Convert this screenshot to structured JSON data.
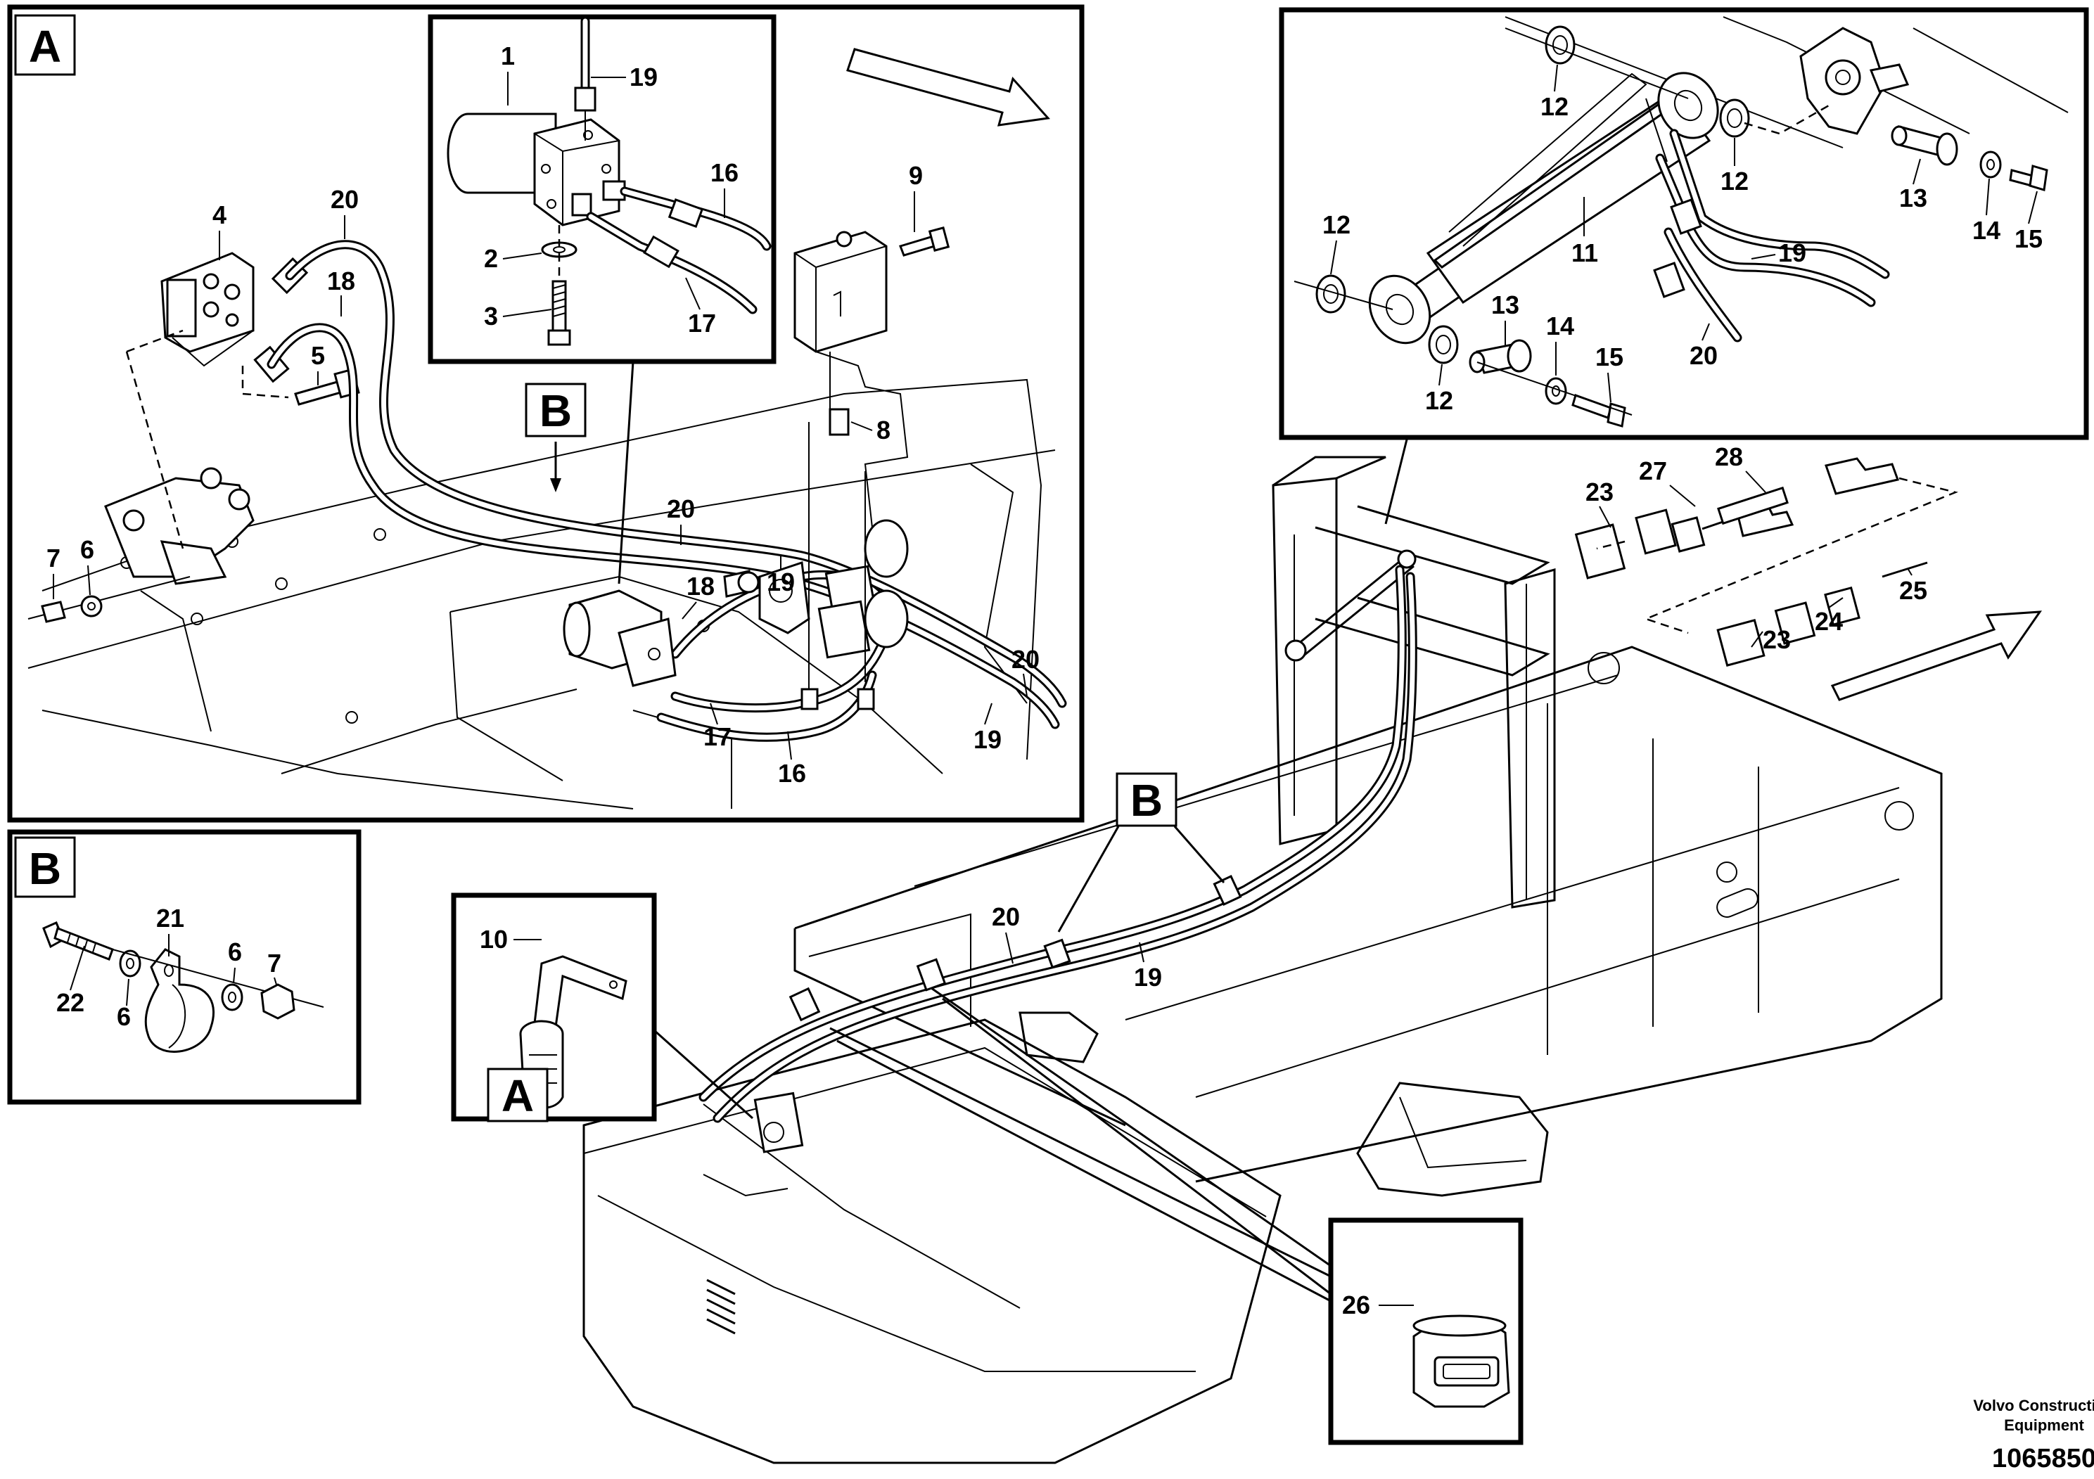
{
  "views": {
    "A": {
      "tag": "A",
      "callouts": {
        "c1": "1",
        "c19a": "19",
        "c16a": "16",
        "c2": "2",
        "c3": "3",
        "c17a": "17",
        "c9": "9",
        "c4": "4",
        "c20a": "20",
        "c18a": "18",
        "c5": "5",
        "c8": "8",
        "c7": "7",
        "c6": "6",
        "c20b": "20",
        "c18b": "18",
        "c19b": "19",
        "c20c": "20",
        "c17b": "17",
        "c16b": "16",
        "c19c": "19"
      },
      "ref_b": "B"
    },
    "B": {
      "tag": "B",
      "callouts": {
        "c21": "21",
        "c22": "22",
        "c6a": "6",
        "c6b": "6",
        "c7": "7"
      }
    },
    "cylinder": {
      "callouts": {
        "c12a": "12",
        "c12b": "12",
        "c12c": "12",
        "c12d": "12",
        "c13a": "13",
        "c14a": "14",
        "c15a": "15",
        "c11": "11",
        "c19": "19",
        "c20": "20",
        "c13b": "13",
        "c14b": "14",
        "c15b": "15"
      }
    },
    "overview": {
      "callouts": {
        "c23a": "23",
        "c27": "27",
        "c28": "28",
        "c25": "25",
        "c24": "24",
        "c23b": "23",
        "c20": "20",
        "c19": "19",
        "c10": "10",
        "c26": "26"
      },
      "ref_b": "B",
      "ref_a": "A"
    }
  },
  "footer": {
    "company_line1": "Volvo Construction",
    "company_line2": "Equipment",
    "doc_number": "1065850"
  }
}
